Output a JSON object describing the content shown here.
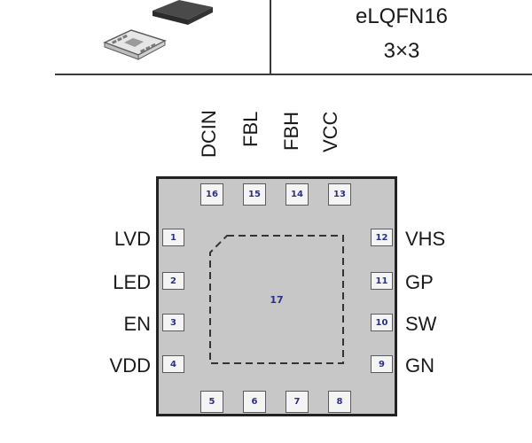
{
  "package": {
    "name": "eLQFN16",
    "size": "3×3"
  },
  "top_pins": [
    {
      "name": "DCIN",
      "number": "16"
    },
    {
      "name": "FBL",
      "number": "15"
    },
    {
      "name": "FBH",
      "number": "14"
    },
    {
      "name": "VCC",
      "number": "13"
    }
  ],
  "left_pins": [
    {
      "name": "LVD",
      "number": "1"
    },
    {
      "name": "LED",
      "number": "2"
    },
    {
      "name": "EN",
      "number": "3"
    },
    {
      "name": "VDD",
      "number": "4"
    }
  ],
  "bottom_pins": [
    {
      "number": "5"
    },
    {
      "number": "6"
    },
    {
      "number": "7"
    },
    {
      "number": "8"
    }
  ],
  "right_pins": [
    {
      "name": "VHS",
      "number": "12"
    },
    {
      "name": "GP",
      "number": "11"
    },
    {
      "name": "SW",
      "number": "10"
    },
    {
      "name": "GN",
      "number": "9"
    }
  ],
  "exposed_pad": {
    "number": "17"
  }
}
